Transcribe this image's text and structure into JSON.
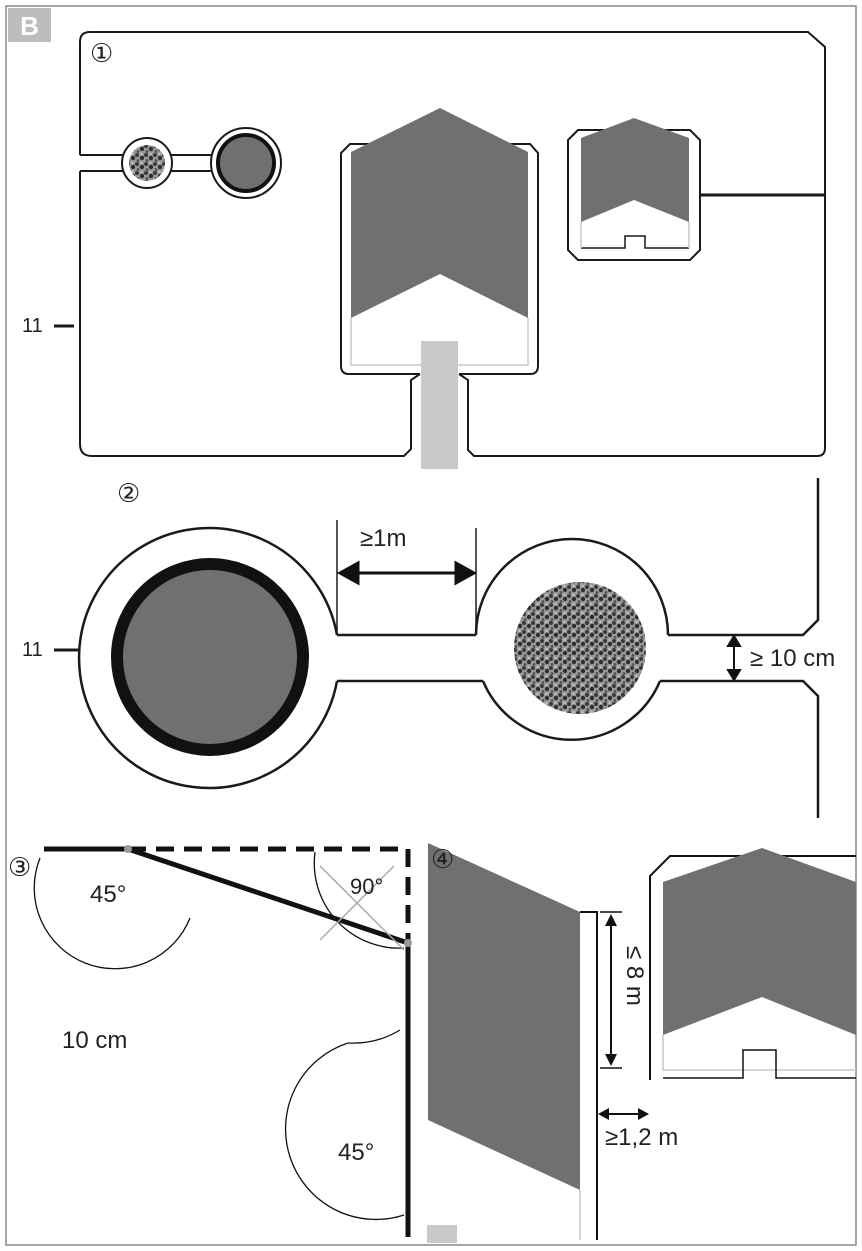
{
  "badge": "B",
  "panels": {
    "p1": {
      "number": "①",
      "marker": "11"
    },
    "p2": {
      "number": "②",
      "marker": "11",
      "gap_label": "≥1m",
      "width_label": "≥ 10 cm"
    },
    "p3": {
      "number": "③",
      "angle_top": "45°",
      "angle_right": "90°",
      "angle_bottom": "45°",
      "size_label": "10 cm"
    },
    "p4": {
      "number": "④",
      "height_label": "≤ 8 m",
      "distance_label": "≥1,2 m"
    }
  },
  "colors": {
    "house": "#6e7072",
    "line": "#1a1a1a",
    "path": "#c9c9c9",
    "badge": "#bdbdbd",
    "shrub": "#555555"
  }
}
